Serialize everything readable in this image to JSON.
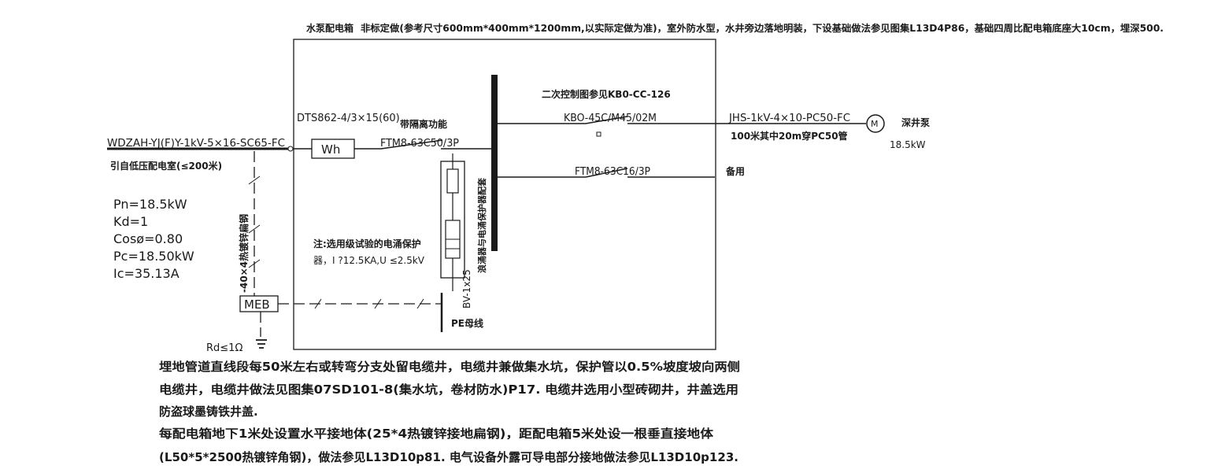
{
  "header": {
    "box_title": "水泵配电箱",
    "box_spec": "非标定做(参考尺寸600mm*400mm*1200mm,以实际定做为准)，室外防水型，水井旁边落地明装，下设基础做法参见图集L13D4P86，基础四周比配电箱底座大10cm，埋深500."
  },
  "incoming": {
    "cable": "WDZAH-YJ(F)Y-1kV-5×16-SC65-FC",
    "source": "引自低压配电室(≤200米)"
  },
  "load_calc": {
    "pn": "Pn=18.5kW",
    "kd": "Kd=1",
    "cos": "Cosø=0.80",
    "pc": "Pc=18.50kW",
    "ic": "Ic=35.13A"
  },
  "meter": {
    "model": "DTS862-4/3×15(60)",
    "symbol": "Wh",
    "isolation": "带隔离功能"
  },
  "main_breaker": "FTM8-63C50/3P",
  "busbar_label": "浪涌器与电涌保护器配套",
  "secondary_control": "二次控制图参见KB0-CC-126",
  "outgoing": {
    "kbo": "KBO-45C/M45/02M",
    "cable": "JHS-1kV-4×10-PC50-FC",
    "cable_note": "100米其中20m穿PC50管",
    "motor": "M",
    "pump_name": "深井泵",
    "pump_power": "18.5kW"
  },
  "spare": {
    "breaker": "FTM8-63C16/3P",
    "label": "备用"
  },
  "surge_note": {
    "line1": "注:选用级试验的电涌保护",
    "line2": "器，I ?12.5KA,U ≤2.5kV"
  },
  "grounding": {
    "flat_steel": "-40×4热镀锌扁钢",
    "meb": "MEB",
    "bv": "BV-1x25",
    "pe": "PE母线",
    "rd": "Rd≤1Ω"
  },
  "notes": [
    "埋地管道直线段每50米左右或转弯分支处留电缆井，电缆井兼做集水坑，保护管以0.5%坡度坡向两侧",
    "电缆井，电缆井做法见图集07SD101-8(集水坑，卷材防水)P17. 电缆井选用小型砖砌井，井盖选用",
    "防盗球墨铸铁井盖.",
    "每配电箱地下1米处设置水平接地体(25*4热镀锌接地扁钢)，距配电箱5米处设一根垂直接地体",
    "(L50*5*2500热镀锌角钢)，做法参见L13D10p81. 电气设备外露可导电部分接地做法参见L13D10p123."
  ]
}
